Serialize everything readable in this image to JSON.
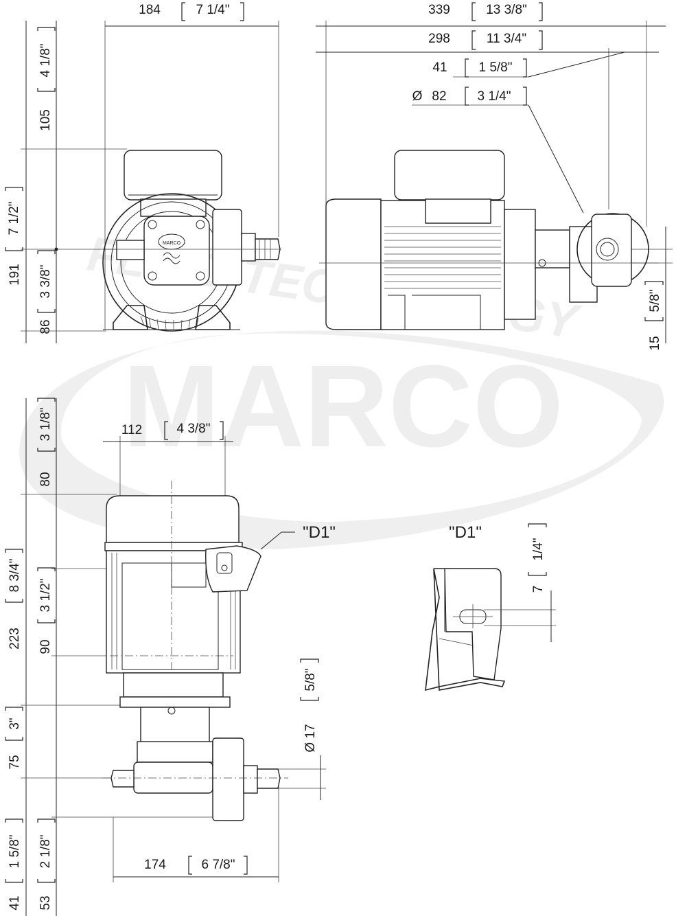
{
  "watermark": {
    "brand": "MARCO",
    "tagline": "FLUID TECHNOLOGY",
    "color": "#eeeeee"
  },
  "labels": {
    "detail_ref": "\"D1\"",
    "detail_title": "\"D1\""
  },
  "dimensions": {
    "front": {
      "width_mm": "184",
      "width_in": "7 1/4\"",
      "motor_top_mm": "105",
      "motor_top_in": "4 1/8\"",
      "height_mm": "191",
      "height_in": "7 1/2\"",
      "axis_in": "3 3/8\"",
      "axis_mm": "86"
    },
    "side": {
      "overall_mm": "339",
      "overall_in": "13 3/8\"",
      "to_port_mm": "298",
      "to_port_in": "11 3/4\"",
      "head_mm": "41",
      "head_in": "1 5/8\"",
      "dia_prefix": "Ø",
      "dia_mm": "82",
      "dia_in": "3 1/4\"",
      "offset_in": "5/8\"",
      "offset_mm": "15"
    },
    "top": {
      "width_mm": "112",
      "width_in": "4 3/8\"",
      "cover_mm": "80",
      "cover_in": "3 1/8\"",
      "length_mm": "223",
      "length_in": "8 3/4\"",
      "inner_in": "3 1/2\"",
      "inner_mm": "90",
      "pump_in": "3\"",
      "pump_mm": "75",
      "base_in": "1 5/8\"",
      "base_mm": "41",
      "base2_in": "2 1/8\"",
      "base2_mm": "53",
      "hose_dia": "Ø 17",
      "hose_in": "5/8\"",
      "bottom_mm": "174",
      "bottom_in": "6 7/8\""
    },
    "detail": {
      "slot_mm": "7",
      "slot_in": "1/4\""
    }
  }
}
